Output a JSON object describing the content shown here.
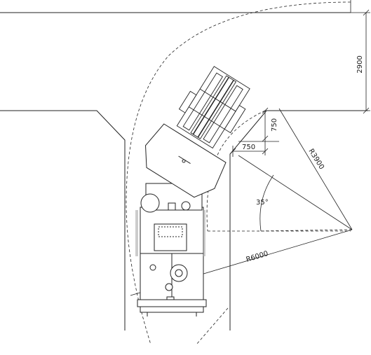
{
  "dimensions": {
    "width_2900": "2900",
    "height_750": "750",
    "offset_750": "750",
    "radius_inner": "R3900",
    "radius_outer": "R6000",
    "angle": "35°"
  }
}
